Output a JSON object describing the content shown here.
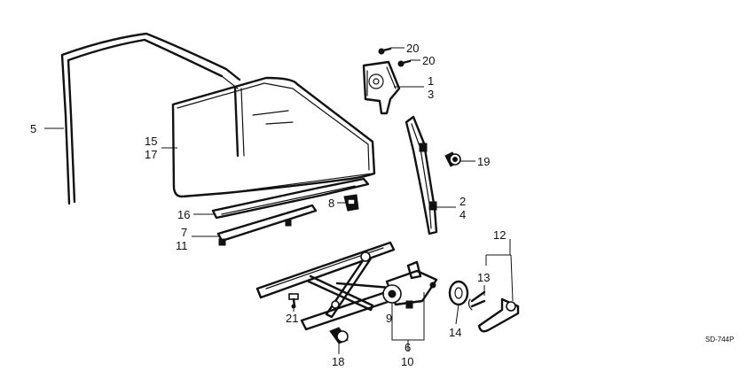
{
  "diagram": {
    "code": "SD-744P",
    "callouts": [
      {
        "id": "c1",
        "text": "1"
      },
      {
        "id": "c2",
        "text": "2"
      },
      {
        "id": "c3",
        "text": "3"
      },
      {
        "id": "c4",
        "text": "4"
      },
      {
        "id": "c5",
        "text": "5"
      },
      {
        "id": "c6",
        "text": "6"
      },
      {
        "id": "c7",
        "text": "7"
      },
      {
        "id": "c8",
        "text": "8"
      },
      {
        "id": "c9",
        "text": "9"
      },
      {
        "id": "c10",
        "text": "10"
      },
      {
        "id": "c11",
        "text": "11"
      },
      {
        "id": "c12",
        "text": "12"
      },
      {
        "id": "c13",
        "text": "13"
      },
      {
        "id": "c14",
        "text": "14"
      },
      {
        "id": "c15",
        "text": "15"
      },
      {
        "id": "c16",
        "text": "16"
      },
      {
        "id": "c17",
        "text": "17"
      },
      {
        "id": "c18",
        "text": "18"
      },
      {
        "id": "c19",
        "text": "19"
      },
      {
        "id": "c20a",
        "text": "20"
      },
      {
        "id": "c20b",
        "text": "20"
      },
      {
        "id": "c21",
        "text": "21"
      }
    ]
  }
}
